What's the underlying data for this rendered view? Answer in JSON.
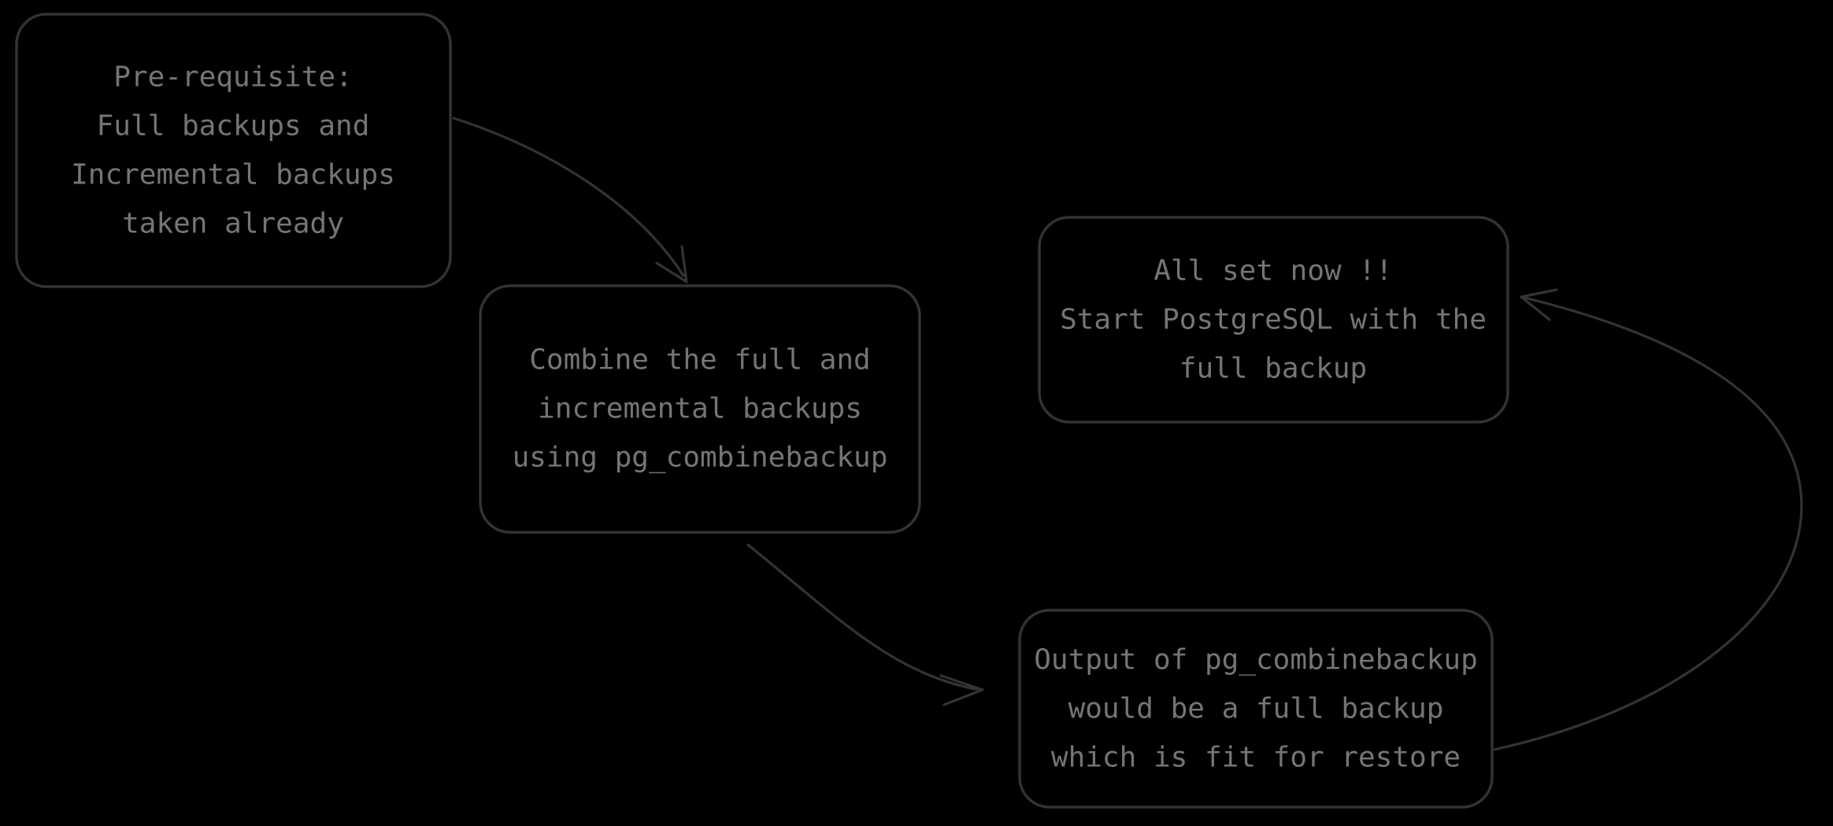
{
  "diagram": {
    "colors": {
      "background": "#000000",
      "stroke": "#333333",
      "text": "#757575"
    },
    "nodes": [
      {
        "id": "prerequisite",
        "lines": [
          "Pre-requisite:",
          "Full backups and",
          "Incremental backups",
          "taken already"
        ]
      },
      {
        "id": "combine",
        "lines": [
          "Combine the full and",
          "incremental backups",
          "using pg_combinebackup"
        ]
      },
      {
        "id": "all-set",
        "lines": [
          "All set now !!",
          "Start PostgreSQL with the",
          "full backup"
        ]
      },
      {
        "id": "output",
        "lines": [
          "Output of pg_combinebackup",
          "would be a full backup",
          "which is fit for restore"
        ]
      }
    ],
    "edges": [
      {
        "from": "prerequisite",
        "to": "combine"
      },
      {
        "from": "combine",
        "to": "output"
      },
      {
        "from": "output",
        "to": "all-set"
      }
    ]
  }
}
